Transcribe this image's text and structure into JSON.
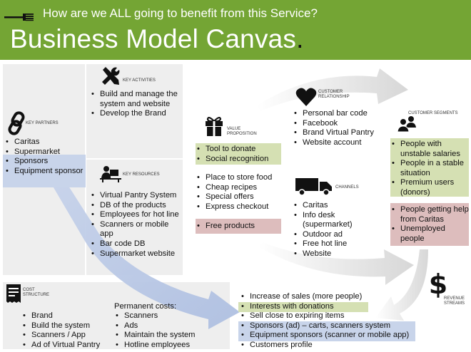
{
  "header": {
    "subtitle": "How are we ALL going to benefit from this Service?",
    "title": "Business Model Canvas",
    "title_dot": "."
  },
  "key_partners": {
    "label": "KEY PARTNERS",
    "items": [
      "Caritas",
      "Supermarket",
      "Sponsors",
      "Equipment sponsor"
    ]
  },
  "key_activities": {
    "label": "KEY ACTIVITIES",
    "items": [
      "Build and manage the system and website",
      "Develop the Brand"
    ]
  },
  "key_resources": {
    "label": "KEY RESOURCES",
    "items": [
      "Virtual Pantry System",
      "DB of the products",
      "Employees for hot line",
      "Scanners or mobile app",
      "Bar code DB",
      "Supermarket website"
    ]
  },
  "value_proposition": {
    "label_1": "VALUE",
    "label_2": "PROPOSITION",
    "group_1": [
      "Tool to donate",
      "Social recognition"
    ],
    "group_2": [
      "Place to store food",
      "Cheap recipes",
      "Special offers",
      "Express checkout"
    ],
    "group_3": [
      "Free products"
    ]
  },
  "customer_relationship": {
    "label_1": "CUSTOMER",
    "label_2": "RELATIONSHIP",
    "items": [
      "Personal bar code",
      "Facebook",
      "Brand Virtual Pantry",
      "Website account"
    ]
  },
  "channels": {
    "label": "CHANNELS",
    "items": [
      "Caritas",
      "Info desk (supermarket)",
      "Outdoor ad",
      "Free hot line",
      "Website"
    ]
  },
  "customer_segments": {
    "label": "CUSTOMER SEGMENTS",
    "group_1": [
      "People with unstable salaries",
      "People in a stable situation",
      "Premium users (donors)"
    ],
    "group_2": [
      "People getting help from Caritas",
      "Unemployed people"
    ]
  },
  "cost_structure": {
    "label_1": "COST",
    "label_2": "STRUCTURE",
    "items": [
      "Brand",
      "Build the system",
      "Scanners / App",
      "Ad of Virtual Pantry"
    ],
    "permanent_label": "Permanent costs:",
    "permanent_items": [
      "Scanners",
      "Ads",
      "Maintain the system",
      "Hotline employees"
    ]
  },
  "revenue_streams": {
    "label_1": "REVENUE",
    "label_2": "STREAMS",
    "items": [
      "Increase of sales (more people)",
      "Interests with donations",
      "Sell close to expiring items",
      "Sponsors (ad) – carts, scanners system",
      "Equipment sponsors (scanner or mobile app)",
      "Customers profile"
    ]
  },
  "colors": {
    "header_green": "#74a534",
    "highlight_green": "#d5e0b3",
    "highlight_blue": "#c8d4ea",
    "highlight_pink": "#ddbdbd",
    "panel_gray": "#eeeeee"
  }
}
